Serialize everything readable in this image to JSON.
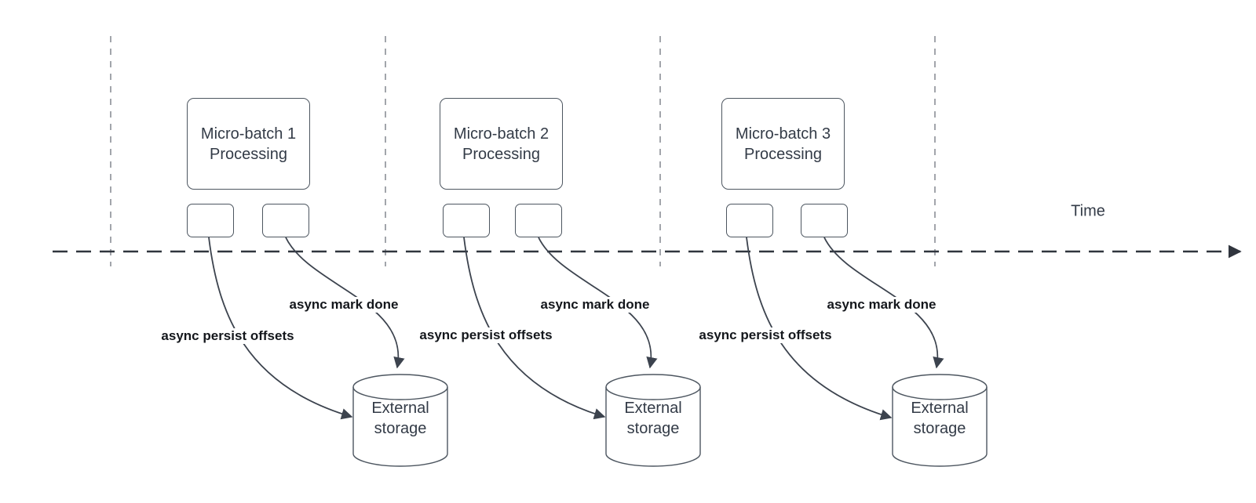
{
  "diagram": {
    "time_label": "Time",
    "batches": [
      {
        "title": "Micro-batch 1",
        "subtitle": "Processing",
        "persist_label": "async persist offsets",
        "done_label": "async mark done",
        "storage": {
          "line1": "External",
          "line2": "storage"
        }
      },
      {
        "title": "Micro-batch 2",
        "subtitle": "Processing",
        "persist_label": "async persist offsets",
        "done_label": "async mark done",
        "storage": {
          "line1": "External",
          "line2": "storage"
        }
      },
      {
        "title": "Micro-batch 3",
        "subtitle": "Processing",
        "persist_label": "async persist offsets",
        "done_label": "async mark done",
        "storage": {
          "line1": "External",
          "line2": "storage"
        }
      }
    ],
    "colors": {
      "shape_stroke": "#4d5660",
      "edge_stroke": "#3c434e",
      "timeline_stroke": "#30353e",
      "gridline": "#a2a5ab",
      "label_text": "#14171c",
      "shape_text": "#333b47",
      "canvas_bg": "#ffffff"
    }
  }
}
